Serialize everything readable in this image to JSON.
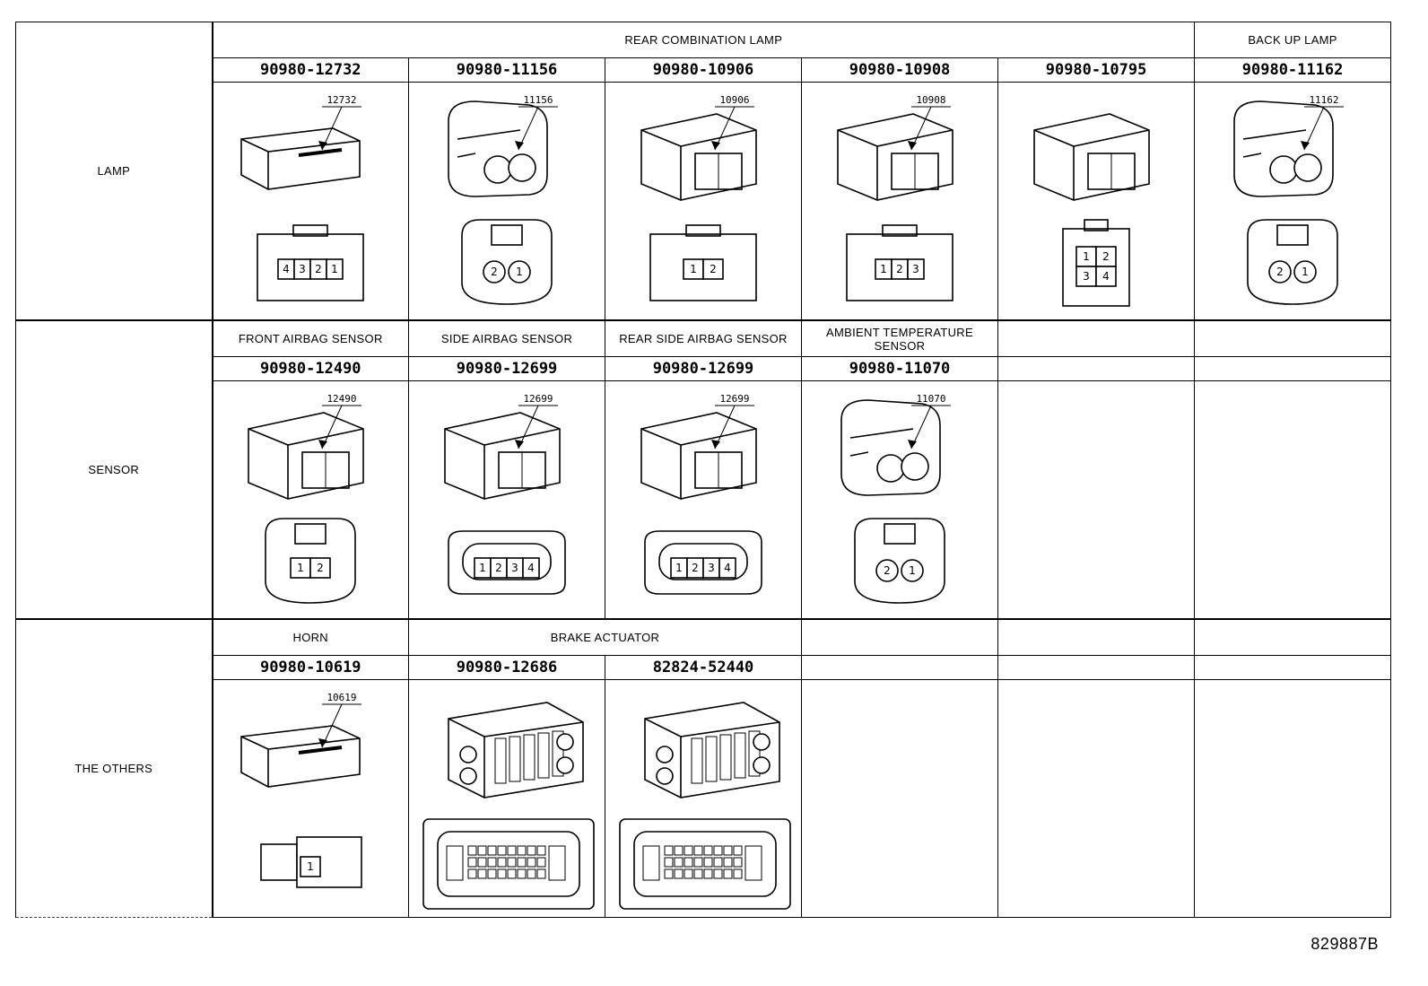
{
  "document_id": "829887B",
  "rows": [
    {
      "category": "LAMP",
      "groups": [
        {
          "label": "REAR COMBINATION LAMP",
          "span": 5
        },
        {
          "label": "BACK UP LAMP",
          "span": 1
        }
      ],
      "connectors": [
        {
          "part_number": "90980-12732",
          "callout": "12732",
          "pins": [
            "4",
            "3",
            "2",
            "1"
          ],
          "icon": "flat-lamp-connector"
        },
        {
          "part_number": "90980-11156",
          "callout": "11156",
          "pins": [
            "2",
            "1"
          ],
          "icon": "round-2pin-connector"
        },
        {
          "part_number": "90980-10906",
          "callout": "10906",
          "pins": [
            "1",
            "2"
          ],
          "icon": "small-2pin-connector"
        },
        {
          "part_number": "90980-10908",
          "callout": "10908",
          "pins": [
            "1",
            "2",
            "3"
          ],
          "icon": "3pin-connector"
        },
        {
          "part_number": "90980-10795",
          "callout": "",
          "pins": [
            "1",
            "2",
            "3",
            "4"
          ],
          "icon": "4pin-square-connector"
        },
        {
          "part_number": "90980-11162",
          "callout": "11162",
          "pins": [
            "2",
            "1"
          ],
          "icon": "round-2pin-connector"
        }
      ]
    },
    {
      "category": "SENSOR",
      "groups": [
        {
          "label": "FRONT AIRBAG SENSOR",
          "span": 1
        },
        {
          "label": "SIDE AIRBAG SENSOR",
          "span": 1
        },
        {
          "label": "REAR SIDE AIRBAG SENSOR",
          "span": 1
        },
        {
          "label": "AMBIENT TEMPERATURE SENSOR",
          "span": 1
        },
        {
          "label": "",
          "span": 1
        },
        {
          "label": "",
          "span": 1
        }
      ],
      "connectors": [
        {
          "part_number": "90980-12490",
          "callout": "12490",
          "pins": [
            "1",
            "2"
          ],
          "icon": "airbag-2pin-connector"
        },
        {
          "part_number": "90980-12699",
          "callout": "12699",
          "pins": [
            "1",
            "2",
            "3",
            "4"
          ],
          "icon": "airbag-4pin-connector"
        },
        {
          "part_number": "90980-12699",
          "callout": "12699",
          "pins": [
            "1",
            "2",
            "3",
            "4"
          ],
          "icon": "airbag-4pin-connector"
        },
        {
          "part_number": "90980-11070",
          "callout": "11070",
          "pins": [
            "2",
            "1"
          ],
          "icon": "round-2pin-connector"
        },
        {
          "part_number": "",
          "callout": "",
          "pins": [],
          "icon": ""
        },
        {
          "part_number": "",
          "callout": "",
          "pins": [],
          "icon": ""
        }
      ]
    },
    {
      "category": "THE OTHERS",
      "groups": [
        {
          "label": "HORN",
          "span": 1
        },
        {
          "label": "BRAKE ACTUATOR",
          "span": 2
        },
        {
          "label": "",
          "span": 1
        },
        {
          "label": "",
          "span": 1
        },
        {
          "label": "",
          "span": 1
        }
      ],
      "connectors": [
        {
          "part_number": "90980-10619",
          "callout": "10619",
          "pins": [
            "1"
          ],
          "icon": "horn-1pin-connector"
        },
        {
          "part_number": "90980-12686",
          "callout": "",
          "pins": [],
          "icon": "multi-pin-actuator-connector"
        },
        {
          "part_number": "82824-52440",
          "callout": "",
          "pins": [],
          "icon": "multi-pin-actuator-connector"
        },
        {
          "part_number": "",
          "callout": "",
          "pins": [],
          "icon": ""
        },
        {
          "part_number": "",
          "callout": "",
          "pins": [],
          "icon": ""
        },
        {
          "part_number": "",
          "callout": "",
          "pins": [],
          "icon": ""
        }
      ]
    }
  ]
}
